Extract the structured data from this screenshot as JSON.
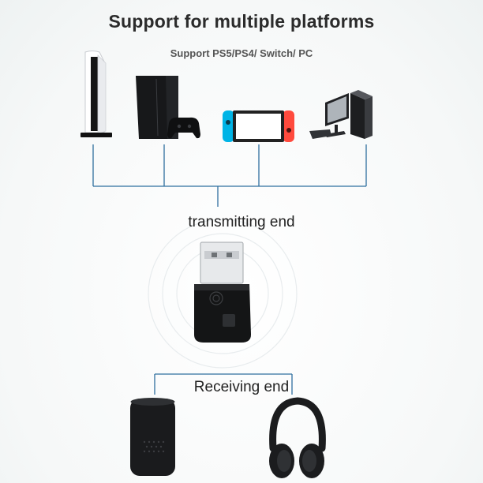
{
  "header": {
    "title": "Support for multiple platforms",
    "subtitle": "Support PS5/PS4/ Switch/ PC"
  },
  "labels": {
    "transmitting": "transmitting end",
    "receiving": "Receiving end"
  },
  "colors": {
    "connector_line": "#2f6f9f",
    "title": "#2b2b2b",
    "device_dark": "#1c1c1e",
    "switch_blue": "#00b4e6",
    "switch_red": "#ff4a3d"
  },
  "icons": [
    "ps5-console-icon",
    "ps4-console-icon",
    "switch-console-icon",
    "pc-computer-icon",
    "usb-adapter-icon",
    "speaker-icon",
    "headphones-icon"
  ]
}
